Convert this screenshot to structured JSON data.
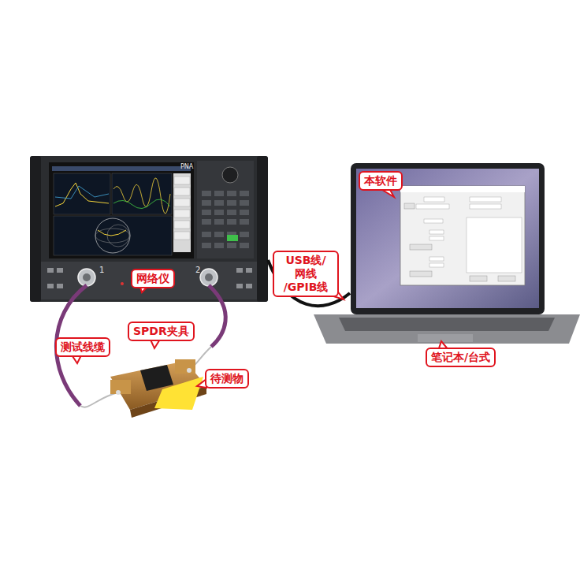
{
  "diagram": {
    "nodes": [
      {
        "text": [
          "网络仪"
        ]
      },
      {
        "text": [
          "本软件"
        ]
      },
      {
        "text": [
          "USB线/网线 /GPIB线"
        ]
      },
      {
        "text": [
          "测试线缆"
        ]
      },
      {
        "text": [
          "SPDR夹具"
        ]
      },
      {
        "text": [
          "待测物"
        ]
      },
      {
        "text": [
          "笔记本/台式"
        ]
      }
    ],
    "labels": [
      "PNA",
      "1",
      "2"
    ]
  }
}
